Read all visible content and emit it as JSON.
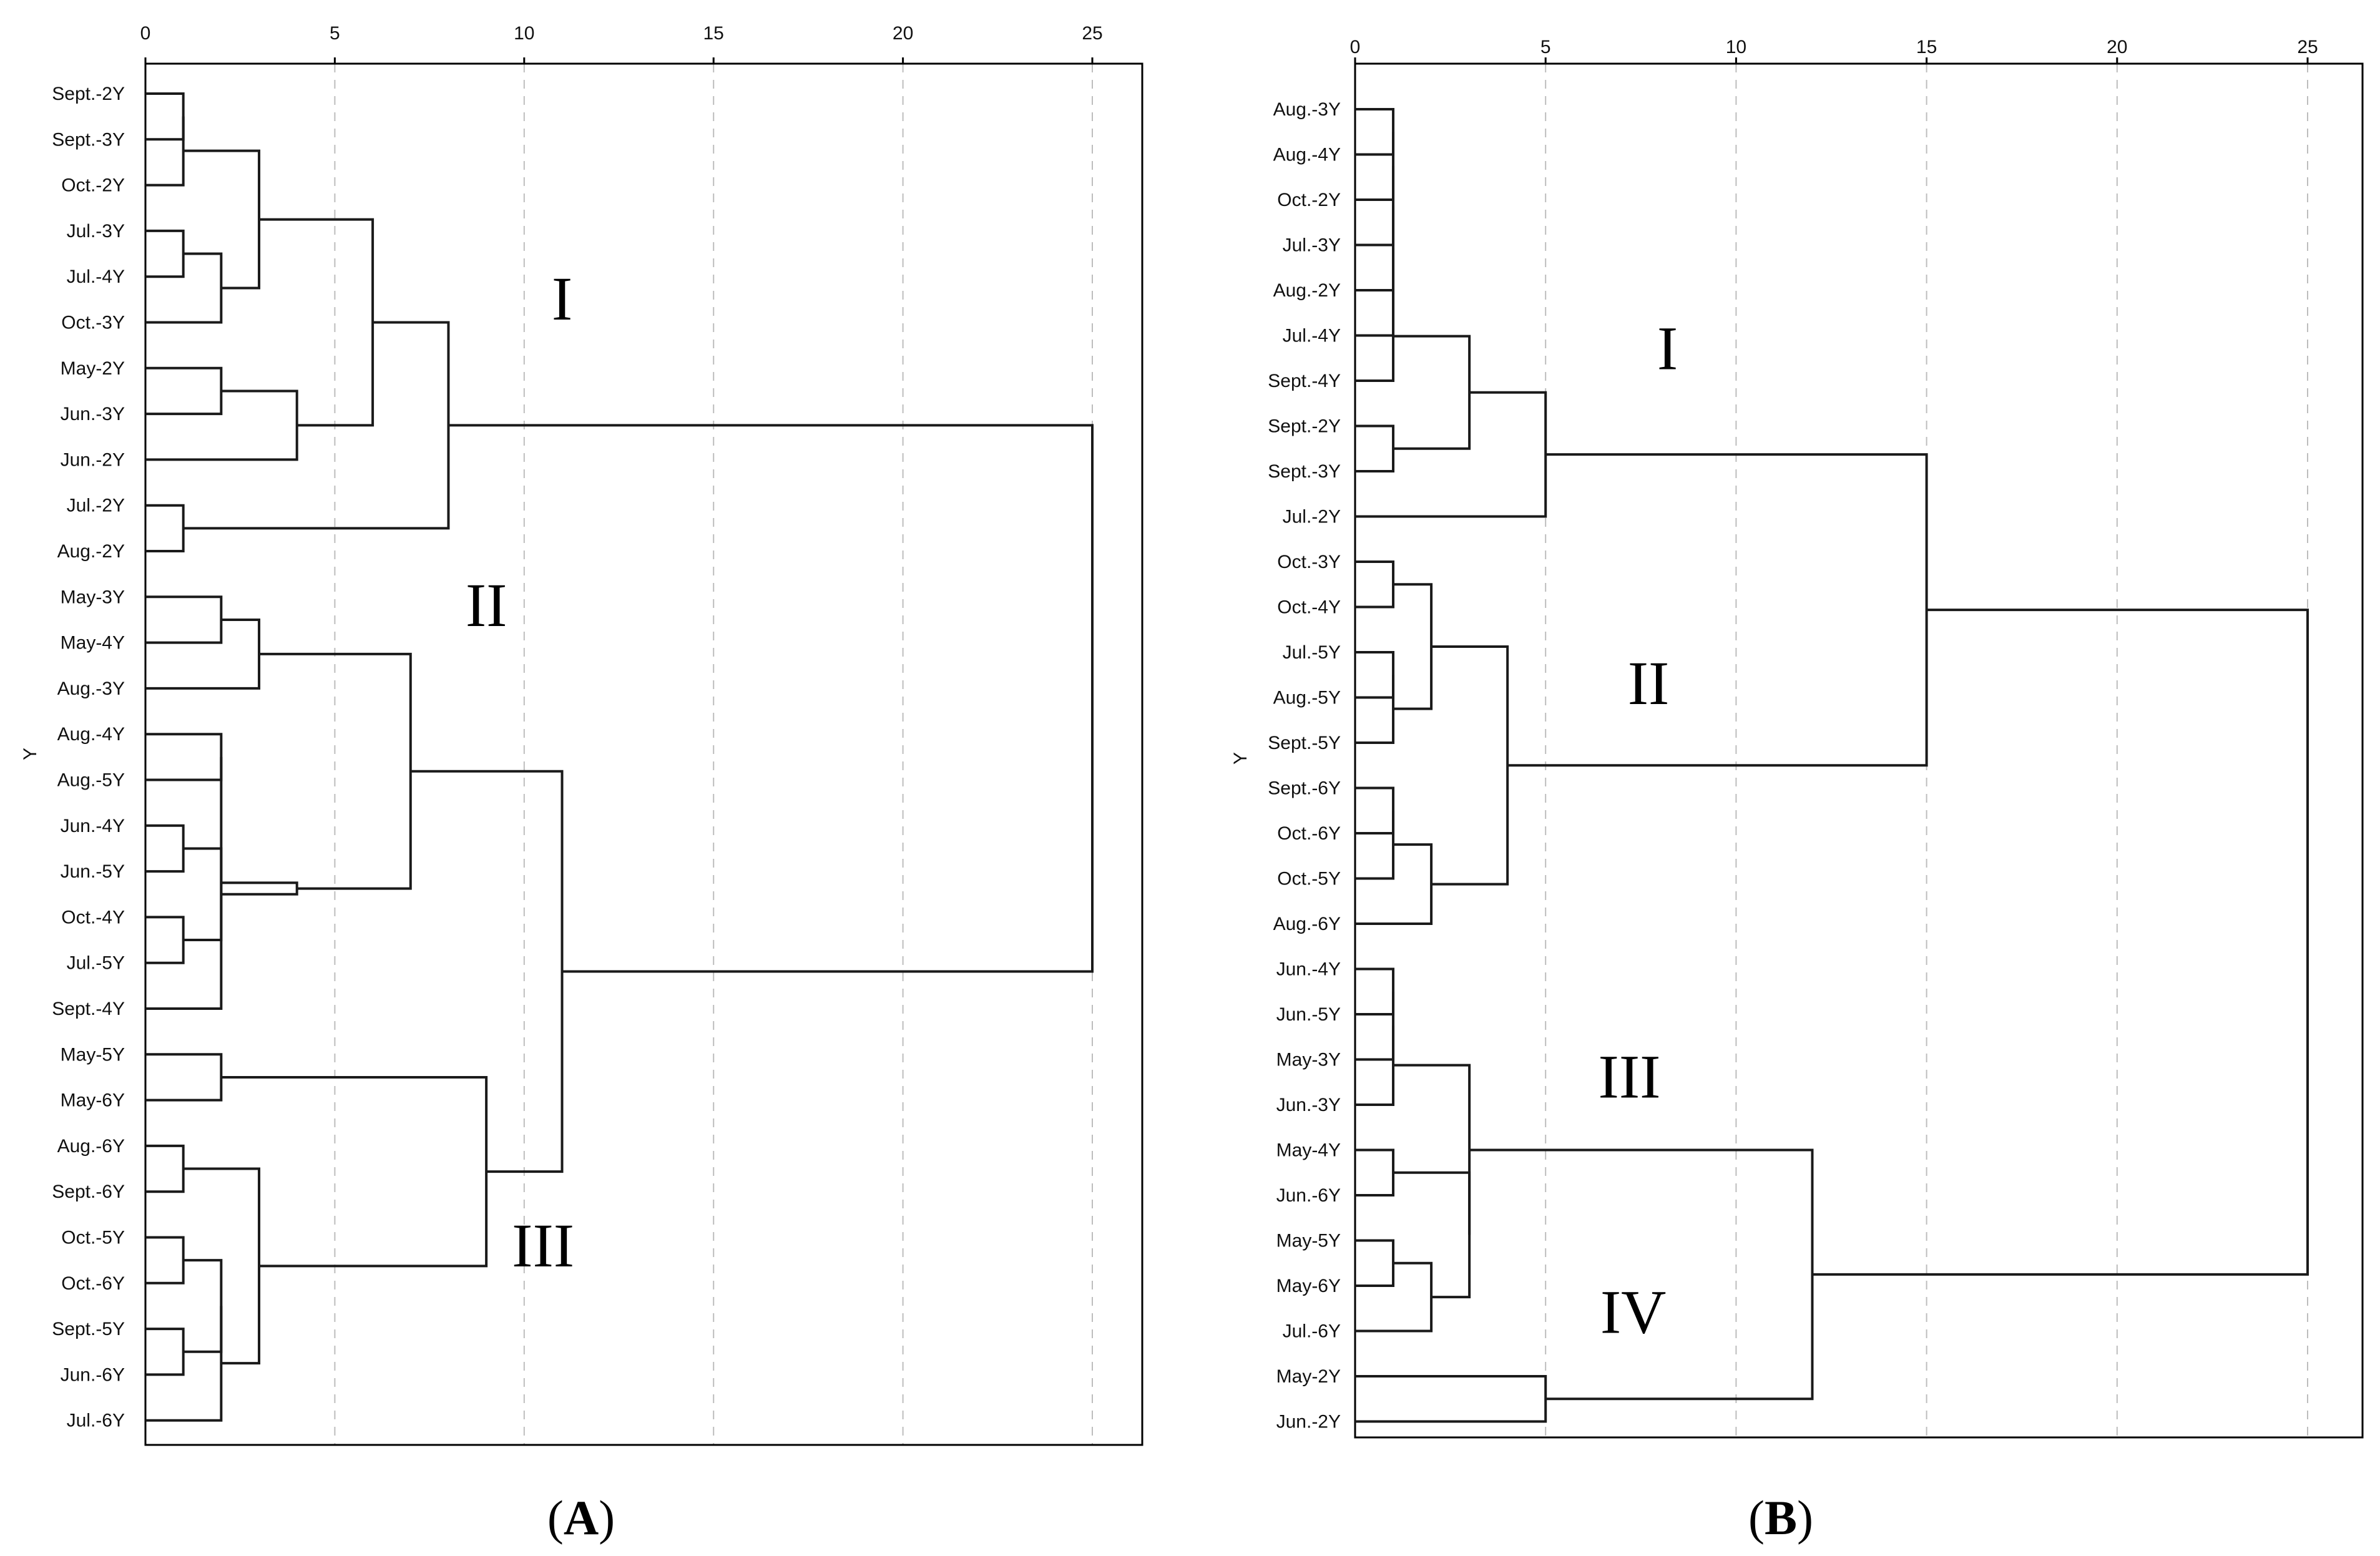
{
  "panels": [
    {
      "id": "A",
      "panel_label": "A",
      "y_axis_label": "Y",
      "x_ticks": [
        "0",
        "5",
        "10",
        "15",
        "20",
        "25"
      ],
      "x_range": [
        0,
        26
      ],
      "leaves": [
        "Sept.-2Y",
        "Sept.-3Y",
        "Oct.-2Y",
        "Jul.-3Y",
        "Jul.-4Y",
        "Oct.-3Y",
        "May-2Y",
        "Jun.-3Y",
        "Jun.-2Y",
        "Jul.-2Y",
        "Aug.-2Y",
        "May-3Y",
        "May-4Y",
        "Aug.-3Y",
        "Aug.-4Y",
        "Aug.-5Y",
        "Jun.-4Y",
        "Jun.-5Y",
        "Oct.-4Y",
        "Jul.-5Y",
        "Sept.-4Y",
        "May-5Y",
        "May-6Y",
        "Aug.-6Y",
        "Sept.-6Y",
        "Oct.-5Y",
        "Oct.-6Y",
        "Sept.-5Y",
        "Jun.-6Y",
        "Jul.-6Y"
      ],
      "clusters": [
        {
          "label": "I",
          "x": 11,
          "row": 4.5
        },
        {
          "label": "II",
          "x": 9,
          "row": 11.2
        },
        {
          "label": "III",
          "x": 10.5,
          "row": 25.2
        }
      ],
      "merges": [
        {
          "a": "Sept.-2Y",
          "b": "Sept.-3Y",
          "h": 1
        },
        {
          "a": "Jul.-3Y",
          "b": "Jul.-4Y",
          "h": 1
        },
        {
          "a": "Jun.-4Y",
          "b": "Jun.-5Y",
          "h": 1
        },
        {
          "a": "Oct.-4Y",
          "b": "Jul.-5Y",
          "h": 1
        },
        {
          "a": "Aug.-6Y",
          "b": "Sept.-6Y",
          "h": 1
        },
        {
          "a": "Oct.-5Y",
          "b": "Oct.-6Y",
          "h": 1
        },
        {
          "a": "Sept.-5Y",
          "b": "Jun.-6Y",
          "h": 1
        },
        {
          "a": "Jul.-2Y",
          "b": "Aug.-2Y",
          "h": 1
        },
        {
          "a": "m0",
          "b": "Oct.-2Y",
          "h": 1
        },
        {
          "a": "m1",
          "b": "Oct.-3Y",
          "h": 2
        },
        {
          "a": "May-2Y",
          "b": "Jun.-3Y",
          "h": 2
        },
        {
          "a": "May-3Y",
          "b": "May-4Y",
          "h": 2
        },
        {
          "a": "Aug.-4Y",
          "b": "Aug.-5Y",
          "h": 2
        },
        {
          "a": "m2",
          "b": "m3",
          "h": 2
        },
        {
          "a": "m12",
          "b": "Sept.-4Y",
          "h": 2
        },
        {
          "a": "May-5Y",
          "b": "May-6Y",
          "h": 2
        },
        {
          "a": "m5",
          "b": "m6",
          "h": 2
        },
        {
          "a": "m16",
          "b": "Jul.-6Y",
          "h": 2
        },
        {
          "a": "m8",
          "b": "m9",
          "h": 3
        },
        {
          "a": "m11",
          "b": "Aug.-3Y",
          "h": 3
        },
        {
          "a": "m4",
          "b": "m17",
          "h": 3
        },
        {
          "a": "m10",
          "b": "Jun.-2Y",
          "h": 4
        },
        {
          "a": "m13",
          "b": "m14",
          "h": 4
        },
        {
          "a": "m18",
          "b": "m21",
          "h": 6
        },
        {
          "a": "m19",
          "b": "m22",
          "h": 7
        },
        {
          "a": "m23",
          "b": "m7",
          "h": 8
        },
        {
          "a": "m15",
          "b": "m20",
          "h": 9
        },
        {
          "a": "m24",
          "b": "m26",
          "h": 11
        },
        {
          "a": "m25",
          "b": "m27",
          "h": 25
        }
      ]
    },
    {
      "id": "B",
      "panel_label": "B",
      "y_axis_label": "Y",
      "x_ticks": [
        "0",
        "5",
        "10",
        "15",
        "20",
        "25"
      ],
      "x_range": [
        0,
        26
      ],
      "leaves": [
        "Aug.-3Y",
        "Aug.-4Y",
        "Oct.-2Y",
        "Jul.-3Y",
        "Aug.-2Y",
        "Jul.-4Y",
        "Sept.-4Y",
        "Sept.-2Y",
        "Sept.-3Y",
        "Jul.-2Y",
        "Oct.-3Y",
        "Oct.-4Y",
        "Jul.-5Y",
        "Aug.-5Y",
        "Sept.-5Y",
        "Sept.-6Y",
        "Oct.-6Y",
        "Oct.-5Y",
        "Aug.-6Y",
        "Jun.-4Y",
        "Jun.-5Y",
        "May-3Y",
        "Jun.-3Y",
        "May-4Y",
        "Jun.-6Y",
        "May-5Y",
        "May-6Y",
        "Jul.-6Y",
        "May-2Y",
        "Jun.-2Y"
      ],
      "clusters": [
        {
          "label": "I",
          "x": 8.2,
          "row": 5.3
        },
        {
          "label": "II",
          "x": 7.7,
          "row": 12.7
        },
        {
          "label": "III",
          "x": 7.2,
          "row": 21.4
        },
        {
          "label": "IV",
          "x": 7.3,
          "row": 26.6
        }
      ],
      "merges": [
        {
          "a": "Aug.-3Y",
          "b": "Aug.-4Y",
          "h": 1
        },
        {
          "a": "m0",
          "b": "Oct.-2Y",
          "h": 1
        },
        {
          "a": "m1",
          "b": "Jul.-3Y",
          "h": 1
        },
        {
          "a": "m2",
          "b": "Aug.-2Y",
          "h": 1
        },
        {
          "a": "m3",
          "b": "Jul.-4Y",
          "h": 1
        },
        {
          "a": "m4",
          "b": "Sept.-4Y",
          "h": 1
        },
        {
          "a": "Sept.-2Y",
          "b": "Sept.-3Y",
          "h": 1
        },
        {
          "a": "Oct.-3Y",
          "b": "Oct.-4Y",
          "h": 1
        },
        {
          "a": "Jul.-5Y",
          "b": "Aug.-5Y",
          "h": 1
        },
        {
          "a": "m8",
          "b": "Sept.-5Y",
          "h": 1
        },
        {
          "a": "Sept.-6Y",
          "b": "Oct.-6Y",
          "h": 1
        },
        {
          "a": "m10",
          "b": "Oct.-5Y",
          "h": 1
        },
        {
          "a": "Jun.-4Y",
          "b": "Jun.-5Y",
          "h": 1
        },
        {
          "a": "m12",
          "b": "May-3Y",
          "h": 1
        },
        {
          "a": "m13",
          "b": "Jun.-3Y",
          "h": 1
        },
        {
          "a": "May-4Y",
          "b": "Jun.-6Y",
          "h": 1
        },
        {
          "a": "May-5Y",
          "b": "May-6Y",
          "h": 1
        },
        {
          "a": "m7",
          "b": "m9",
          "h": 2
        },
        {
          "a": "m11",
          "b": "Aug.-6Y",
          "h": 2
        },
        {
          "a": "m16",
          "b": "Jul.-6Y",
          "h": 2
        },
        {
          "a": "m15",
          "b": "m19",
          "h": 3
        },
        {
          "a": "m5",
          "b": "m6",
          "h": 3
        },
        {
          "a": "m14",
          "b": "m20",
          "h": 3
        },
        {
          "a": "m17",
          "b": "m18",
          "h": 4
        },
        {
          "a": "m21",
          "b": "Jul.-2Y",
          "h": 5
        },
        {
          "a": "May-2Y",
          "b": "Jun.-2Y",
          "h": 5
        },
        {
          "a": "m22",
          "b": "m25",
          "h": 12
        },
        {
          "a": "m24",
          "b": "m23",
          "h": 15
        },
        {
          "a": "m27",
          "b": "m26",
          "h": 25
        }
      ]
    }
  ]
}
